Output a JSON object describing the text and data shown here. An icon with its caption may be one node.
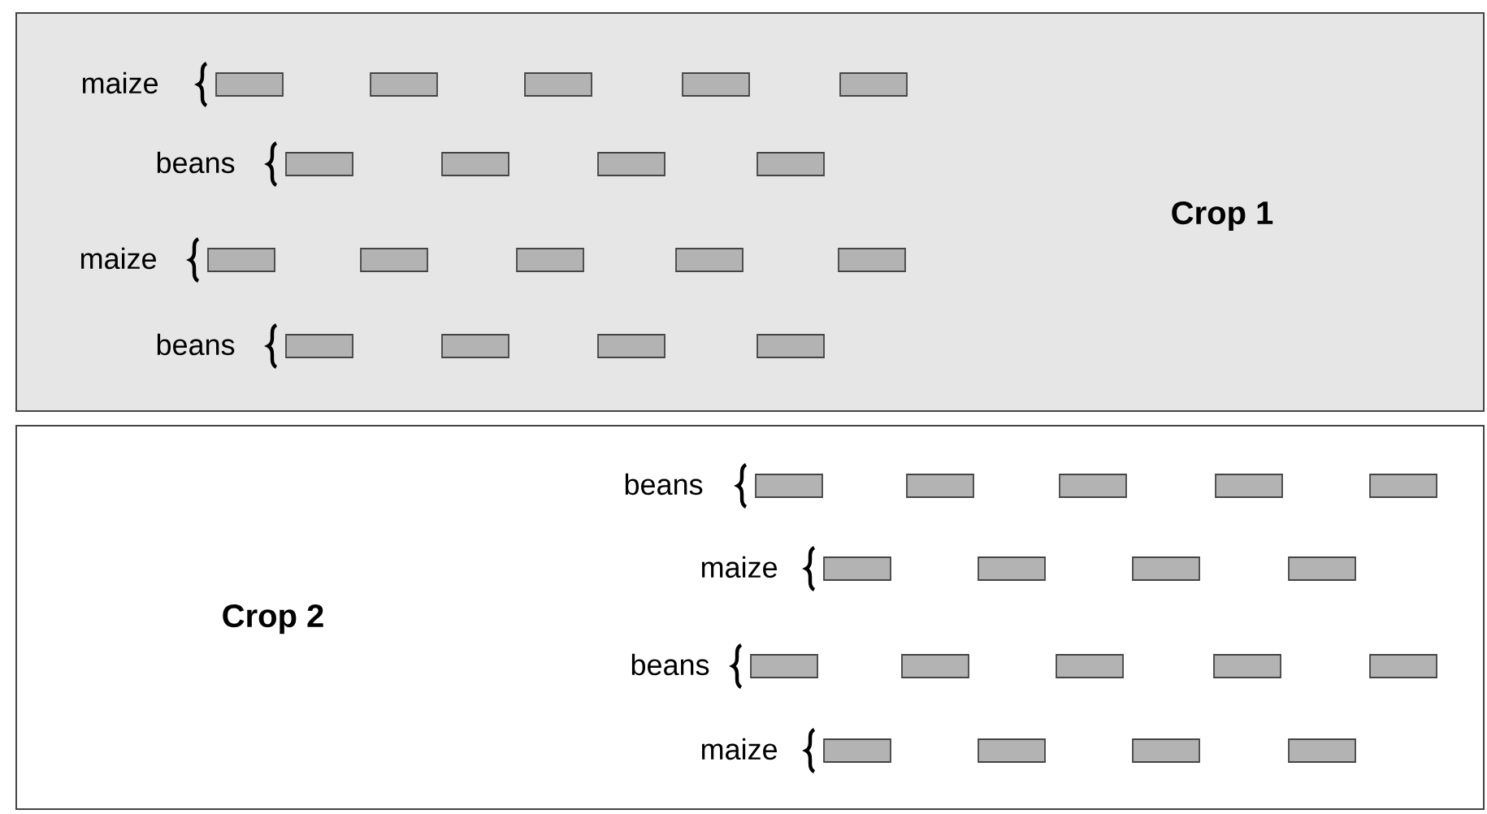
{
  "diagram": {
    "nodes": [
      {
        "text": [
          "Crop 1"
        ]
      },
      {
        "text": [
          "Crop 2"
        ]
      }
    ],
    "labels": [
      "maize",
      "beans",
      "maize",
      "beans",
      "beans",
      "maize",
      "beans",
      "maize"
    ]
  }
}
